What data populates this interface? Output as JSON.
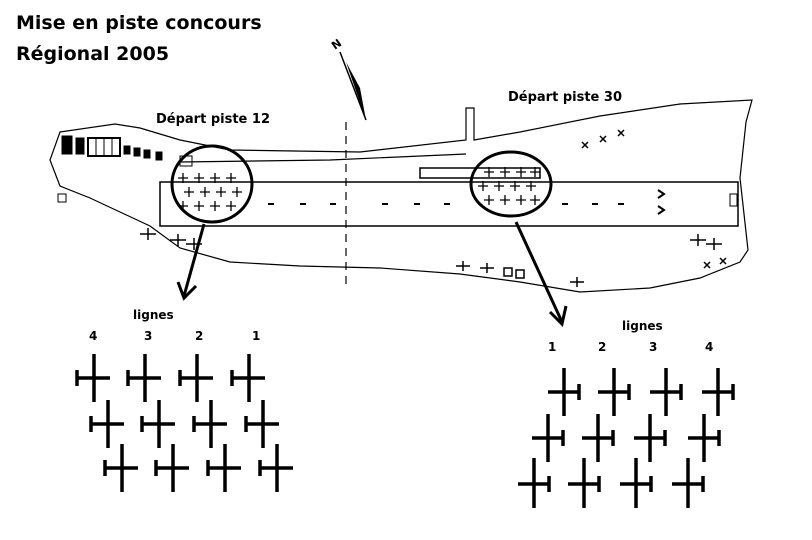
{
  "title": {
    "line1": "Mise en piste concours",
    "line2": "Régional 2005"
  },
  "compass": {
    "label": "N"
  },
  "labels": {
    "depart_12": "Départ piste 12",
    "depart_30": "Départ piste 30"
  },
  "left_group": {
    "heading": "lignes",
    "line_numbers": [
      "4",
      "3",
      "2",
      "1"
    ]
  },
  "right_group": {
    "heading": "lignes",
    "line_numbers": [
      "1",
      "2",
      "3",
      "4"
    ]
  }
}
